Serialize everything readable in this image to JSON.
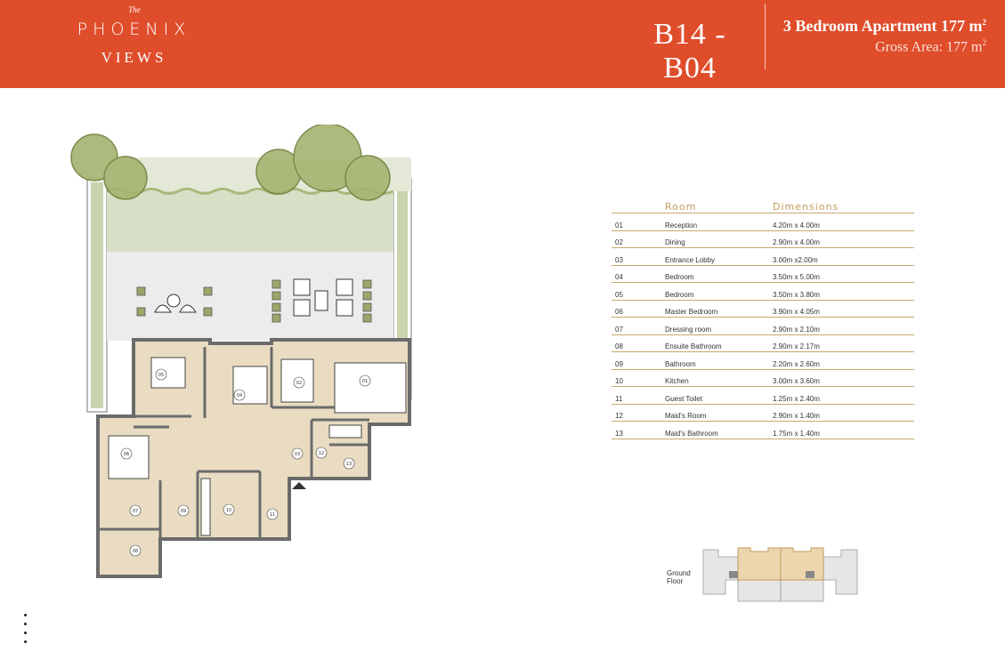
{
  "header": {
    "logo_the": "The",
    "logo_main": "PHOENIX",
    "logo_sub": "VIEWS",
    "unit_code": "B14 - B04",
    "apartment_title": "3 Bedroom Apartment 177 m",
    "apartment_title_sup": "2",
    "gross_area": "Gross Area: 177 m",
    "gross_area_sup": "2",
    "brand_color": "#df4d2b"
  },
  "table": {
    "header_room": "Room",
    "header_dimensions": "Dimensions",
    "rows": [
      {
        "num": "01",
        "room": "Reception",
        "dim": "4.20m x 4.00m"
      },
      {
        "num": "02",
        "room": "Dining",
        "dim": "2.90m x 4.00m"
      },
      {
        "num": "03",
        "room": "Entrance Lobby",
        "dim": "3.00m x2.00m"
      },
      {
        "num": "04",
        "room": "Bedroom",
        "dim": "3.50m x 5.00m"
      },
      {
        "num": "05",
        "room": "Bedroom",
        "dim": "3.50m x 3.80m"
      },
      {
        "num": "06",
        "room": "Master Bedroom",
        "dim": "3.90m x 4.05m"
      },
      {
        "num": "07",
        "room": "Dressing room",
        "dim": "2.90m x 2.10m"
      },
      {
        "num": "08",
        "room": "Ensuite Bathroom",
        "dim": "2.90m x 2.17m"
      },
      {
        "num": "09",
        "room": "Bathroom",
        "dim": "2.20m x 2.60m"
      },
      {
        "num": "10",
        "room": "Kitchen",
        "dim": "3.00m x 3.60m"
      },
      {
        "num": "11",
        "room": "Guest Toilet",
        "dim": "1.25m x 2.40m"
      },
      {
        "num": "12",
        "room": "Maid's Room",
        "dim": "2.90m x 1.40m"
      },
      {
        "num": "13",
        "room": "Maid's Bathroom",
        "dim": "1.75m x 1.40m"
      }
    ]
  },
  "plan_labels": {
    "r01": "01",
    "r02": "02",
    "r03": "03",
    "r04": "04",
    "r05": "05",
    "r06": "06",
    "r07": "07",
    "r08": "08",
    "r09": "09",
    "r10": "10",
    "r11": "11",
    "r12": "12",
    "r13": "13"
  },
  "keyplan": {
    "label_line1": "Ground",
    "label_line2": "Floor"
  },
  "colors": {
    "floor": "#e9dcc2",
    "wall": "#6b6b6b",
    "garden": "#d7dfc6",
    "terrace": "#ececec",
    "tree": "#9fb06e",
    "gold": "#c29a5a"
  }
}
